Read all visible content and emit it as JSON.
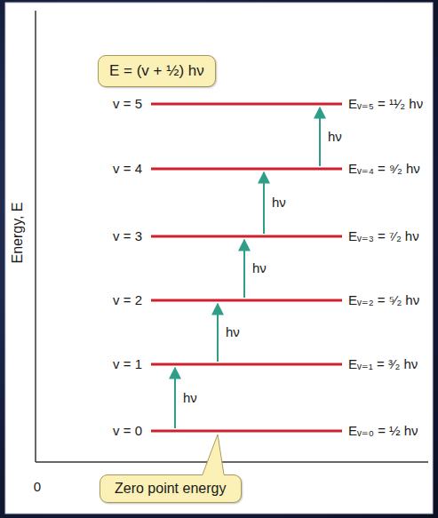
{
  "diagram": {
    "nodes": [
      {
        "text": [
          "E = (v + ½) hν"
        ]
      },
      {
        "text": [
          "Zero point energy"
        ]
      }
    ],
    "labels": [
      "Energy, E",
      "v = 5",
      "Eᵥ₌₅ = ¹¹⁄₂ hν",
      "hν",
      "v = 4",
      "Eᵥ₌₄ = ⁹⁄₂ hν",
      "hν",
      "v = 3",
      "Eᵥ₌₃ = ⁷⁄₂ hν",
      "hν",
      "v = 2",
      "Eᵥ₌₂ = ⁵⁄₂ hν",
      "hν",
      "v = 1",
      "Eᵥ₌₁ = ³⁄₂ hν",
      "hν",
      "v = 0",
      "Eᵥ₌₀ = ½ hν",
      "0"
    ]
  }
}
